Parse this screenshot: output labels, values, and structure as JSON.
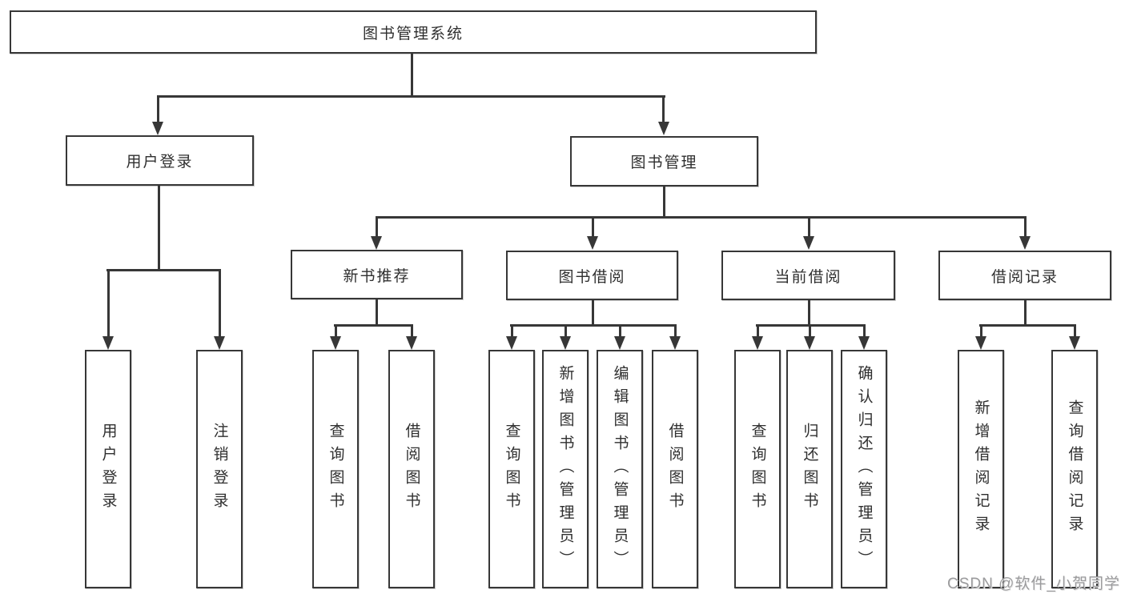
{
  "diagram_title": "图书管理系统",
  "tree": {
    "label": "图书管理系统",
    "children": [
      {
        "label": "用户登录",
        "children": [
          {
            "label": "用户登录"
          },
          {
            "label": "注销登录"
          }
        ]
      },
      {
        "label": "图书管理",
        "children": [
          {
            "label": "新书推荐",
            "children": [
              {
                "label": "查询图书"
              },
              {
                "label": "借阅图书"
              }
            ]
          },
          {
            "label": "图书借阅",
            "children": [
              {
                "label": "查询图书"
              },
              {
                "label": "新增图书（管理员）"
              },
              {
                "label": "编辑图书（管理员）"
              },
              {
                "label": "借阅图书"
              }
            ]
          },
          {
            "label": "当前借阅",
            "children": [
              {
                "label": "查询图书"
              },
              {
                "label": "归还图书"
              },
              {
                "label": "确认归还（管理员）"
              }
            ]
          },
          {
            "label": "借阅记录",
            "children": [
              {
                "label": "新增借阅记录"
              },
              {
                "label": "查询借阅记录"
              }
            ]
          }
        ]
      }
    ]
  },
  "watermark": {
    "text": "CSDN @软件_小贺同学"
  },
  "colors": {
    "background": "#ffffff",
    "line": "#373737",
    "box_border": "#373737",
    "text": "#2f2f2f",
    "watermark": "#9b9b9d"
  }
}
